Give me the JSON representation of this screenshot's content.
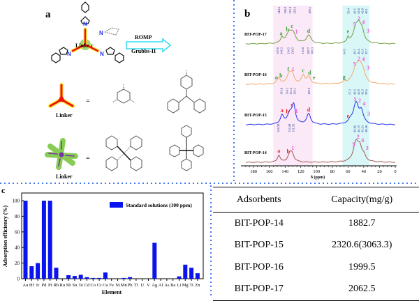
{
  "panel_a": {
    "label": "a",
    "reaction_top": "ROMP",
    "reaction_bottom": "Grubbs-II",
    "center_label": "Linke r",
    "linker_tri_label": "Linker",
    "linker_tetra_label": "Linker",
    "equals": "=",
    "atom_N": "N"
  },
  "panel_b": {
    "label": "b",
    "xlabel": "δ (ppm)",
    "xticks": [
      180,
      160,
      140,
      120,
      100,
      80,
      60,
      40,
      20,
      0
    ],
    "xlim": [
      190,
      0
    ],
    "bands": {
      "aromatic": [
        155,
        105
      ],
      "aliphatic": [
        67,
        33
      ]
    },
    "spectra": [
      {
        "name": "BIT-POP-17",
        "color": "#6f9e3c",
        "peaks": [
          [
            144,
            8,
            2
          ],
          [
            135,
            14,
            4
          ],
          [
            130,
            13,
            4
          ],
          [
            110,
            12,
            3.5
          ],
          [
            60,
            8,
            1.5
          ],
          [
            50,
            22,
            4
          ],
          [
            46,
            17,
            3
          ],
          [
            42,
            15,
            3
          ]
        ],
        "shifts": [
          "148.6",
          "138.9",
          "132.4",
          "129.3",
          "109.1",
          "59.4",
          "49.5",
          "45.8",
          "42.0",
          "40.1"
        ],
        "shift_ppm": [
          148,
          140,
          134,
          128,
          109,
          60,
          52,
          47,
          42,
          38
        ],
        "letters": [
          [
            "a",
            145,
            "#3aa03a"
          ],
          [
            "b",
            137,
            "#3aa03a"
          ],
          [
            "c",
            132,
            "#3aa03a"
          ],
          [
            "1",
            127,
            "#ee55dd"
          ],
          [
            "d",
            110,
            "#3aa03a"
          ],
          [
            "e",
            60,
            "#3aa03a"
          ],
          [
            "5",
            52,
            "#ee55dd"
          ],
          [
            "2",
            48,
            "#ee55dd"
          ],
          [
            "4",
            42,
            "#ee55dd"
          ],
          [
            "3",
            39,
            "#ee55dd"
          ]
        ]
      },
      {
        "name": "BIT-POP-16",
        "color": "#f0aa66",
        "peaks": [
          [
            148,
            9,
            2.5
          ],
          [
            135,
            13,
            3
          ],
          [
            131,
            13,
            3
          ],
          [
            117,
            12,
            2.5
          ],
          [
            110,
            10,
            3
          ],
          [
            64,
            3,
            1.5
          ],
          [
            50,
            21,
            5
          ],
          [
            45,
            19,
            4
          ],
          [
            41,
            12,
            3
          ]
        ],
        "shifts": [
          "149.6",
          "146.3",
          "134.5",
          "130.5",
          "116.8",
          "109.7",
          "106.3",
          "64.9",
          "49.7",
          "46.4",
          "42.6",
          "39.7"
        ],
        "shift_ppm": [
          150,
          146,
          136,
          131,
          118,
          111,
          106,
          65,
          52,
          47,
          43,
          39
        ],
        "letters": [
          [
            "a",
            151,
            "#3aa03a"
          ],
          [
            "b",
            146,
            "#3aa03a"
          ],
          [
            "f",
            136,
            "#3aa03a"
          ],
          [
            "1",
            130,
            "#ee55dd"
          ],
          [
            "c",
            117,
            "#3aa03a"
          ],
          [
            "d",
            109,
            "#3aa03a"
          ],
          [
            "e",
            105,
            "#3aa03a"
          ],
          [
            "g",
            65,
            "#3aa03a"
          ],
          [
            "5",
            52,
            "#ee55dd"
          ],
          [
            "2",
            48,
            "#ee55dd"
          ],
          [
            "4",
            43,
            "#ee55dd"
          ],
          [
            "3",
            39,
            "#ee55dd"
          ]
        ]
      },
      {
        "name": "BIT-POP-15",
        "color": "#2233ee",
        "peaks": [
          [
            144,
            12,
            2.5
          ],
          [
            134,
            15,
            4
          ],
          [
            129,
            25,
            2.5
          ],
          [
            110,
            15,
            3
          ],
          [
            57,
            4,
            3
          ],
          [
            50,
            30,
            4
          ],
          [
            43,
            17,
            3
          ]
        ],
        "shifts": [
          "143.8",
          "134.5",
          "131.4",
          "129.1",
          "109.9",
          "57.2",
          "49.5",
          "45.9",
          "42.3",
          "39.6"
        ],
        "shift_ppm": [
          145,
          138,
          133,
          128,
          110,
          58,
          52,
          47,
          43,
          39
        ],
        "letters": [
          [
            "a",
            144,
            "#ee2222"
          ],
          [
            "b",
            137,
            "#ee2222"
          ],
          [
            "c",
            132,
            "#ee2222"
          ],
          [
            "1",
            126,
            "#ee55dd"
          ],
          [
            "d",
            110,
            "#ee2222"
          ],
          [
            "e",
            60,
            "#ee2222"
          ],
          [
            "5",
            51,
            "#ee55dd"
          ],
          [
            "2",
            48,
            "#ee55dd"
          ],
          [
            "4",
            43,
            "#ee55dd"
          ],
          [
            "3",
            39,
            "#ee55dd"
          ]
        ]
      },
      {
        "name": "BIT-POP-14",
        "color": "#a05555",
        "peaks": [
          [
            148,
            10,
            2
          ],
          [
            134,
            10,
            3
          ],
          [
            131,
            10,
            3
          ],
          [
            50,
            27,
            4
          ],
          [
            45,
            17,
            3
          ],
          [
            40,
            7,
            3
          ]
        ],
        "shifts": [
          "148.28",
          "134.48",
          "131.92",
          "49.86",
          "46.19",
          "43.31",
          "40.48"
        ],
        "shift_ppm": [
          149,
          135,
          131,
          52,
          47,
          43,
          39
        ],
        "letters": [
          [
            "a",
            148,
            "#ee2222"
          ],
          [
            "b",
            136,
            "#ee2222"
          ],
          [
            "1",
            131,
            "#ee55dd"
          ],
          [
            "5",
            53,
            "#ee55dd"
          ],
          [
            "2",
            48,
            "#ee55dd"
          ],
          [
            "4",
            44,
            "#ee55dd"
          ],
          [
            "3",
            40,
            "#ee55dd"
          ]
        ]
      }
    ]
  },
  "chart_data": {
    "type": "bar",
    "panel_label": "c",
    "title": "",
    "xlabel": "Element",
    "ylabel": "Adsorption efficiency (%)",
    "ylim": [
      0,
      105
    ],
    "yticks": [
      0,
      20,
      40,
      60,
      80,
      100
    ],
    "legend": {
      "label": "Standard solutions (100 ppm)",
      "placement": "top-right"
    },
    "bar_color": "#0a14f0",
    "categories": [
      "Au",
      "Hf",
      "Ir",
      "Pd",
      "Pt",
      "Rh",
      "Ru",
      "Sb",
      "Sn",
      "Te",
      "Cd",
      "Co",
      "Cr",
      "Cu",
      "Fe",
      "Ni",
      "Mn",
      "Pb",
      "Tl",
      "U",
      "V",
      "Ag",
      "Al",
      "As",
      "Ba",
      "Li",
      "Mg",
      "Ti",
      "Zn"
    ],
    "values": [
      100,
      16,
      20,
      100,
      100,
      14,
      0,
      4.5,
      3.5,
      5,
      2,
      1,
      1,
      8,
      0,
      0,
      1,
      2,
      0,
      0,
      0,
      46,
      0,
      0,
      0,
      3,
      18,
      14,
      7
    ]
  },
  "table": {
    "headers": [
      "Adsorbents",
      "Capacity(mg/g)"
    ],
    "rows": [
      [
        "BIT-POP-14",
        "1882.7"
      ],
      [
        "BIT-POP-15",
        "2320.6(3063.3)"
      ],
      [
        "BIT-POP-16",
        "1999.5"
      ],
      [
        "BIT-POP-17",
        "2062.5"
      ]
    ]
  }
}
